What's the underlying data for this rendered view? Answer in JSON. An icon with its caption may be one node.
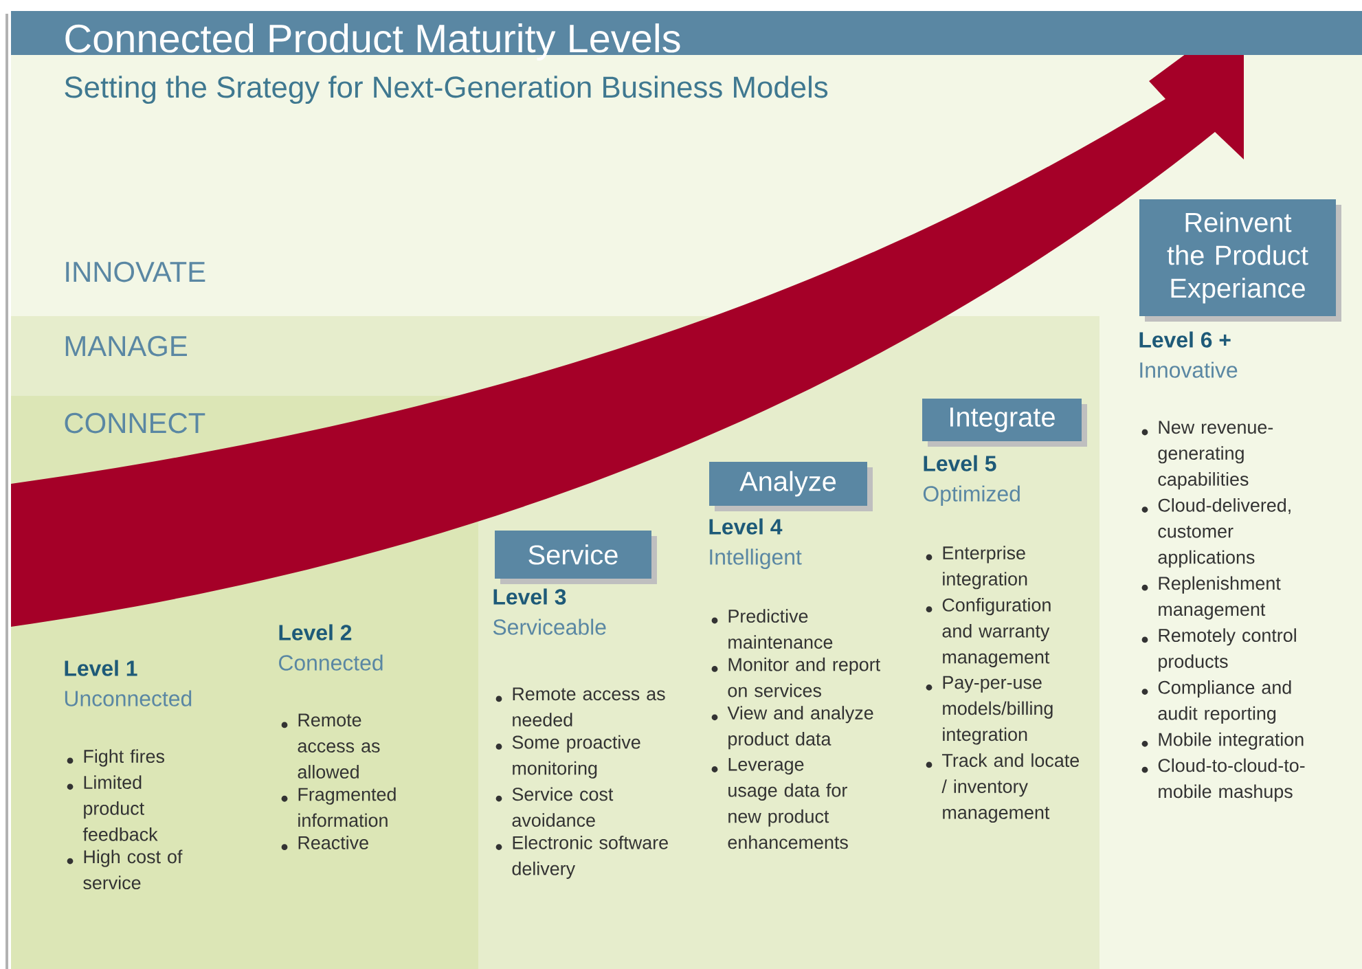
{
  "diagram": {
    "title": "Connected Product Maturity Levels",
    "nodes": [
      {
        "text": [
          "Service"
        ]
      },
      {
        "text": [
          "Analyze"
        ]
      },
      {
        "text": [
          "Integrate"
        ]
      },
      {
        "text": [
          "Reinvent the Product Experiance"
        ]
      }
    ],
    "labels": [
      "Setting the Srategy for Next-Generation Business Models",
      "INNOVATE",
      "MANAGE",
      "CONNECT",
      "Level 1",
      "Unconnected",
      "Fight fires",
      "Limited product feedback",
      "High cost of service",
      "Level 2",
      "Connected",
      "Remote access as allowed",
      "Fragmented information",
      "Reactive",
      "Level 3",
      "Serviceable",
      "Remote access as needed",
      "Some proactive monitoring",
      "Service cost avoidance",
      "Electronic software delivery",
      "Level 4",
      "Intelligent",
      "Predictive maintenance",
      "Monitor and report on services",
      "View and analyze product data",
      "Leverage usage data for new product enhancements",
      "Level 5",
      "Optimized",
      "Enterprise integration",
      "Configuration and warranty management",
      "Pay-per-use models/billing integration",
      "Track and locate / inventory management",
      "Level 6 +",
      "Innovative",
      "New revenue-generating capabilities",
      "Cloud-delivered, customer applications",
      "Replenishment management",
      "Remotely control products",
      "Compliance and audit reporting",
      "Mobile integration",
      "Cloud-to-cloud-to-mobile mashups"
    ]
  }
}
